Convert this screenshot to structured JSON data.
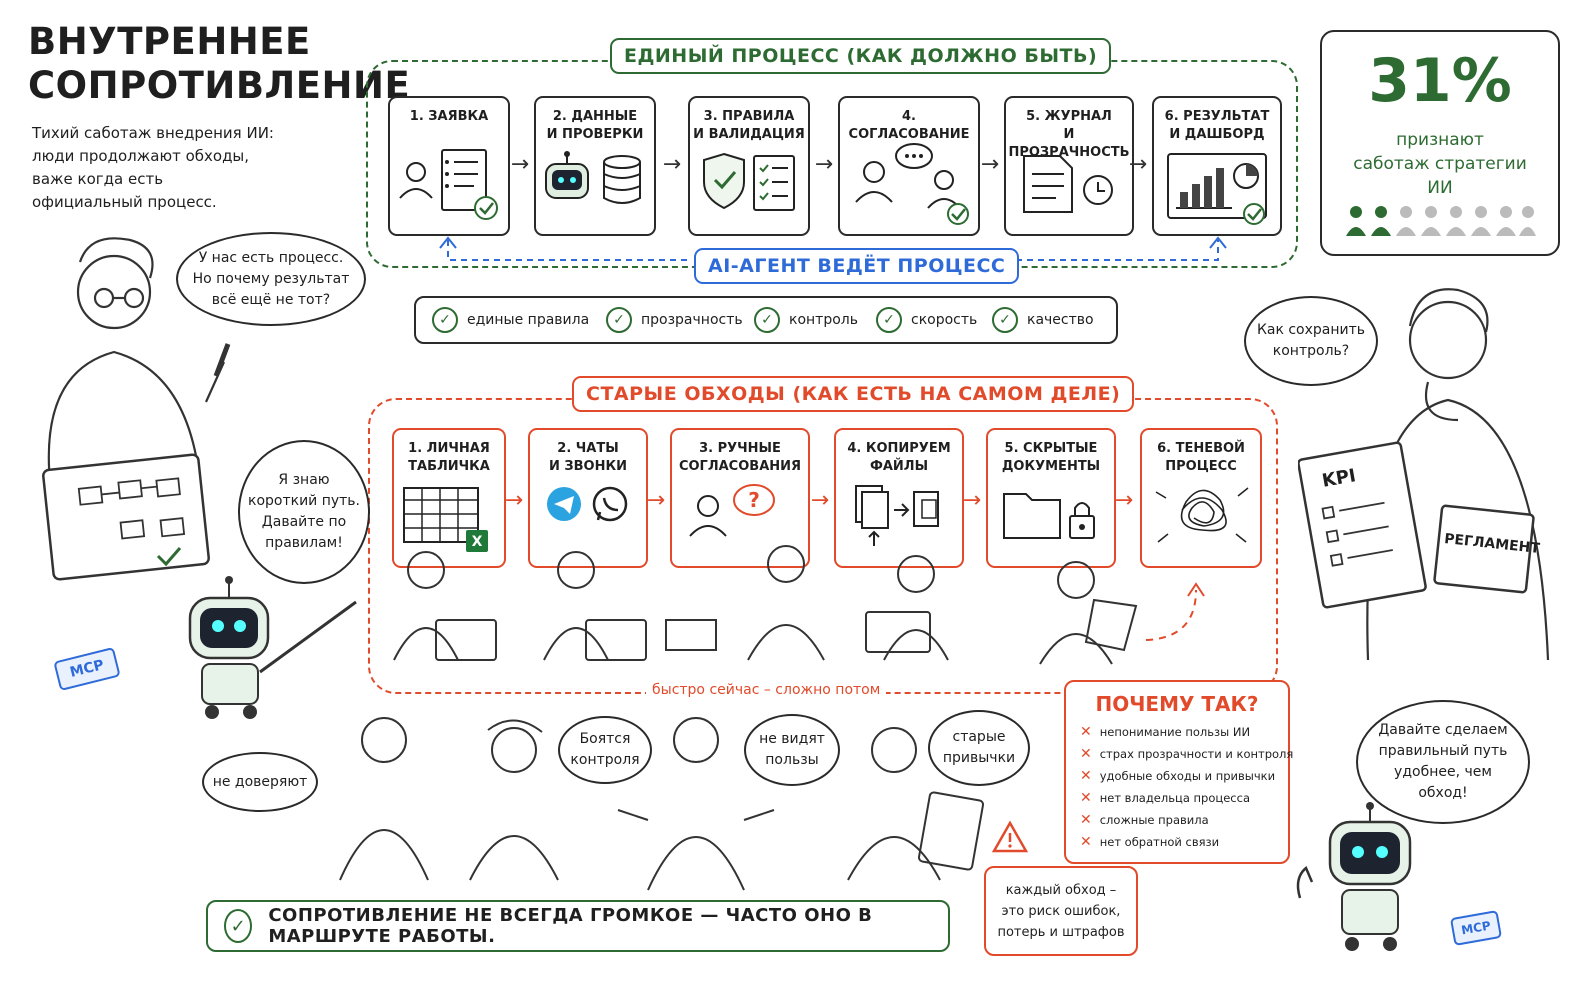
{
  "title": {
    "line1": "ВНУТРЕННЕЕ",
    "line2": "СОПРОТИВЛЕНИЕ"
  },
  "subtitle": {
    "line1": "Тихий саботаж внедрения ИИ:",
    "line2": "люди продолжают обходы,",
    "line3": "важе когда есть",
    "line4": "официальный процесс."
  },
  "unified": {
    "header": "ЕДИНЫЙ ПРОЦЕСС (КАК ДОЛЖНО БЫТЬ)",
    "agent_label": "AI-АГЕНТ ВЕДЁТ ПРОЦЕСС",
    "steps": [
      {
        "l1": "1. ЗАЯВКА",
        "l2": "",
        "icon": "user-checklist-icon"
      },
      {
        "l1": "2. ДАННЫЕ",
        "l2": "И ПРОВЕРКИ",
        "icon": "robot-database-icon"
      },
      {
        "l1": "3. ПРАВИЛА",
        "l2": "И ВАЛИДАЦИЯ",
        "icon": "shield-checklist-icon"
      },
      {
        "l1": "4. СОГЛАСОВАНИЕ",
        "l2": "",
        "icon": "people-chat-icon"
      },
      {
        "l1": "5. ЖУРНАЛ",
        "l2": "И ПРОЗРАЧНОСТЬ",
        "icon": "document-clock-icon"
      },
      {
        "l1": "6. РЕЗУЛЬТАТ",
        "l2": "И ДАШБОРД",
        "icon": "dashboard-chart-icon"
      }
    ]
  },
  "benefits": [
    "единые правила",
    "прозрачность",
    "контроль",
    "скорость",
    "качество"
  ],
  "stat": {
    "value": "31%",
    "line1": "признают",
    "line2": "саботаж стратегии",
    "line3": "ИИ"
  },
  "old": {
    "header": "СТАРЫЕ ОБХОДЫ (КАК ЕСТЬ НА САМОМ ДЕЛЕ)",
    "footnote": "быстро сейчас – сложно потом",
    "steps": [
      {
        "l1": "1. ЛИЧНАЯ",
        "l2": "ТАБЛИЧКА",
        "icon": "excel-sheet-icon"
      },
      {
        "l1": "2. ЧАТЫ",
        "l2": "И ЗВОНКИ",
        "icon": "telegram-whatsapp-icon"
      },
      {
        "l1": "3. РУЧНЫЕ",
        "l2": "СОГЛАСОВАНИЯ",
        "icon": "person-question-icon"
      },
      {
        "l1": "4. КОПИРУЕМ",
        "l2": "ФАЙЛЫ",
        "icon": "copy-files-icon"
      },
      {
        "l1": "5. СКРЫТЫЕ",
        "l2": "ДОКУМЕНТЫ",
        "icon": "folder-lock-icon"
      },
      {
        "l1": "6. ТЕНЕВОЙ",
        "l2": "ПРОЦЕСС",
        "icon": "tangle-icon"
      }
    ]
  },
  "bubbles": {
    "lead": {
      "l1": "У нас есть процесс.",
      "l2": "Но почему результат",
      "l3": "всё ещё не тот?"
    },
    "robot_top": {
      "l1": "Я знаю",
      "l2": "короткий путь.",
      "l3": "Давайте по",
      "l4": "правилам!"
    },
    "manager": {
      "l1": "Как сохранить",
      "l2": "контроль?"
    },
    "distrust": "не доверяют",
    "fear": {
      "l1": "Боятся",
      "l2": "контроля"
    },
    "no_benefit": {
      "l1": "не видят",
      "l2": "пользы"
    },
    "habits": {
      "l1": "старые",
      "l2": "привычки"
    },
    "robot_bottom": {
      "l1": "Давайте сделаем",
      "l2": "правильный путь",
      "l3": "удобнее, чем",
      "l4": "обход!"
    }
  },
  "manager_props": {
    "kpi": "KPI",
    "regulation": "РЕГЛАМЕНТ"
  },
  "mcp_label": "MCP",
  "why": {
    "title": "ПОЧЕМУ ТАК?",
    "items": [
      "непонимание пользы ИИ",
      "страх прозрачности и контроля",
      "удобные обходы и привычки",
      "нет владельца процесса",
      "сложные правила",
      "нет обратной связи"
    ]
  },
  "risk": {
    "l1": "каждый обход –",
    "l2": "это риск ошибок,",
    "l3": "потерь и штрафов"
  },
  "footer": "СОПРОТИВЛЕНИЕ НЕ ВСЕГДА ГРОМКОЕ — ЧАСТО ОНО В МАРШРУТЕ РАБОТЫ.",
  "colors": {
    "green": "#2e6b32",
    "red": "#e14b2b",
    "blue": "#2f6bd8",
    "ink": "#1f1f1f"
  }
}
